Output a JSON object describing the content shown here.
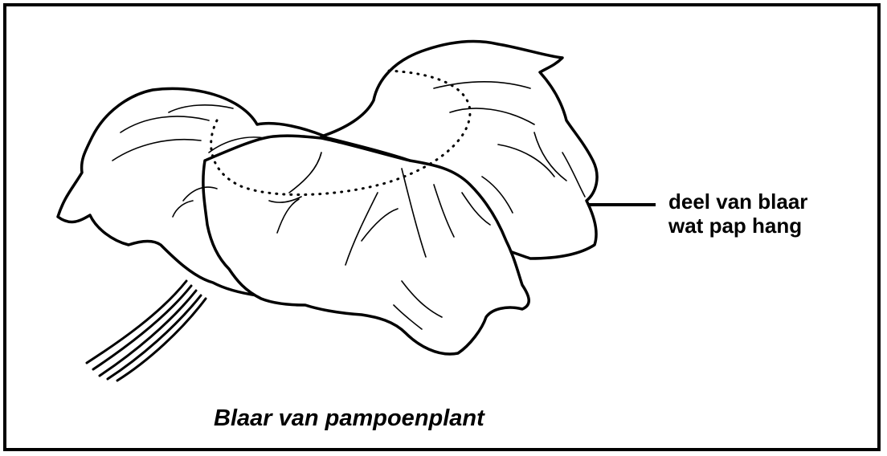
{
  "diagram": {
    "label_line1": "deel van blaar",
    "label_line2": "wat pap hang",
    "caption": "Blaar van pampoenplant"
  }
}
